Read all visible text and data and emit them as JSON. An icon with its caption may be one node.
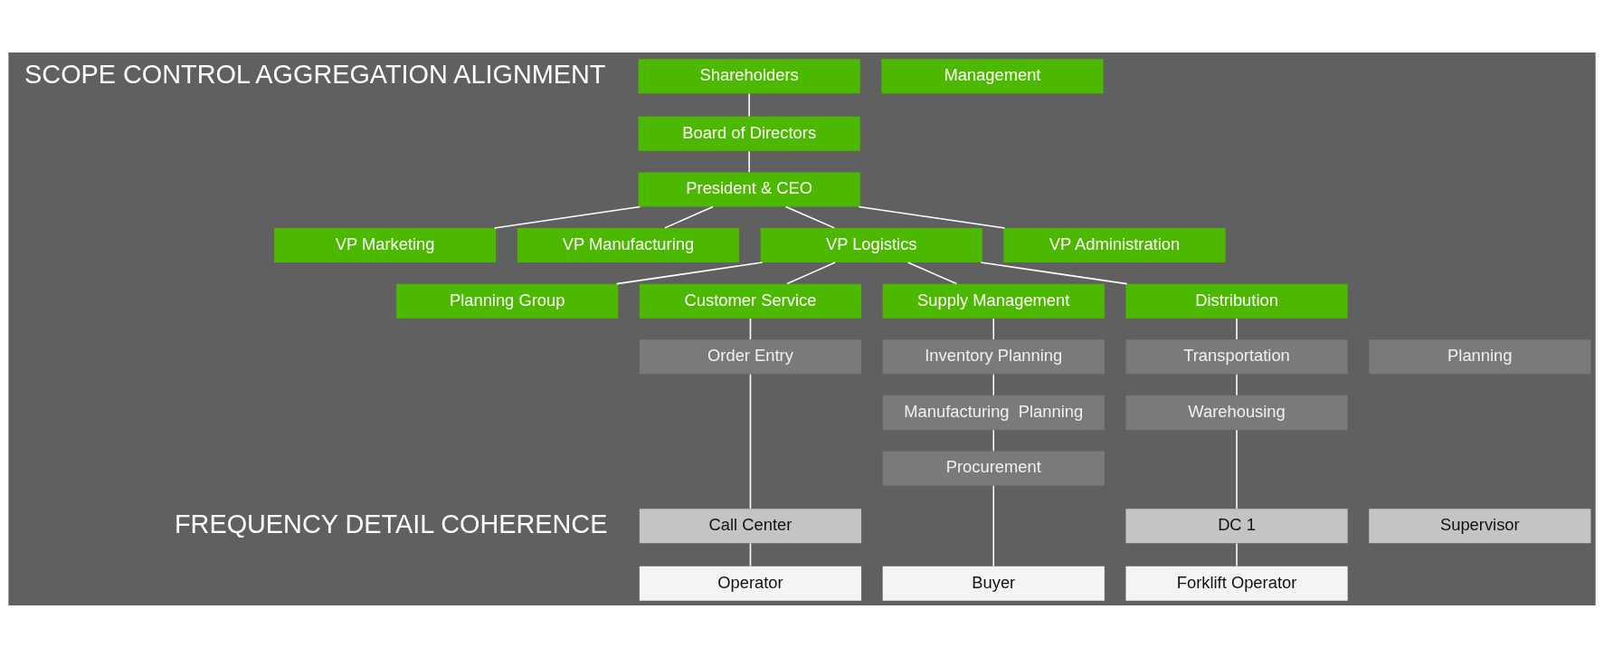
{
  "diagram": {
    "nodes": [
      {
        "text": [
          "Shareholders"
        ]
      },
      {
        "text": [
          "Board of Directors"
        ]
      },
      {
        "text": [
          "President & CEO"
        ]
      },
      {
        "text": [
          "VP Marketing"
        ]
      },
      {
        "text": [
          "VP Manufacturing"
        ]
      },
      {
        "text": [
          "VP Logistics"
        ]
      },
      {
        "text": [
          "VP Administration"
        ]
      },
      {
        "text": [
          "Planning Group"
        ]
      },
      {
        "text": [
          "Customer Service"
        ]
      },
      {
        "text": [
          "Supply Management"
        ]
      },
      {
        "text": [
          "Distribution"
        ]
      },
      {
        "text": [
          "Order Entry"
        ]
      },
      {
        "text": [
          "Inventory Planning"
        ]
      },
      {
        "text": [
          "Transportation"
        ]
      },
      {
        "text": [
          "Manufacturing  Planning"
        ]
      },
      {
        "text": [
          "Warehousing"
        ]
      },
      {
        "text": [
          "Procurement"
        ]
      },
      {
        "text": [
          "Call Center"
        ]
      },
      {
        "text": [
          "DC 1"
        ]
      },
      {
        "text": [
          "Operator"
        ]
      },
      {
        "text": [
          "Buyer"
        ]
      },
      {
        "text": [
          "Forklift Operator"
        ]
      },
      {
        "text": [
          "Management"
        ]
      },
      {
        "text": [
          "Planning"
        ]
      },
      {
        "text": [
          "Supervisor"
        ]
      }
    ],
    "edges": [
      {
        "from": 0,
        "to": 1,
        "arrow": "none"
      },
      {
        "from": 1,
        "to": 2,
        "arrow": "none"
      },
      {
        "from": 2,
        "to": 3,
        "arrow": "none"
      },
      {
        "from": 2,
        "to": 4,
        "arrow": "none"
      },
      {
        "from": 2,
        "to": 5,
        "arrow": "none"
      },
      {
        "from": 2,
        "to": 6,
        "arrow": "none"
      },
      {
        "from": 5,
        "to": 7,
        "arrow": "none"
      },
      {
        "from": 5,
        "to": 8,
        "arrow": "none"
      },
      {
        "from": 5,
        "to": 9,
        "arrow": "none"
      },
      {
        "from": 5,
        "to": 10,
        "arrow": "none"
      },
      {
        "from": 8,
        "to": 11,
        "arrow": "none"
      },
      {
        "from": 11,
        "to": 17,
        "arrow": "none"
      },
      {
        "from": 17,
        "to": 19,
        "arrow": "none"
      },
      {
        "from": 9,
        "to": 12,
        "arrow": "none"
      },
      {
        "from": 12,
        "to": 14,
        "arrow": "none"
      },
      {
        "from": 14,
        "to": 16,
        "arrow": "none"
      },
      {
        "from": 16,
        "to": 20,
        "arrow": "none"
      },
      {
        "from": 10,
        "to": 13,
        "arrow": "none"
      },
      {
        "from": 13,
        "to": 15,
        "arrow": "none"
      },
      {
        "from": 15,
        "to": 18,
        "arrow": "none"
      },
      {
        "from": 18,
        "to": 21,
        "arrow": "none"
      }
    ],
    "labels": [
      "SCOPE CONTROL AGGREGATION ALIGNMENT",
      "FREQUENCY DETAIL COHERENCE"
    ]
  }
}
